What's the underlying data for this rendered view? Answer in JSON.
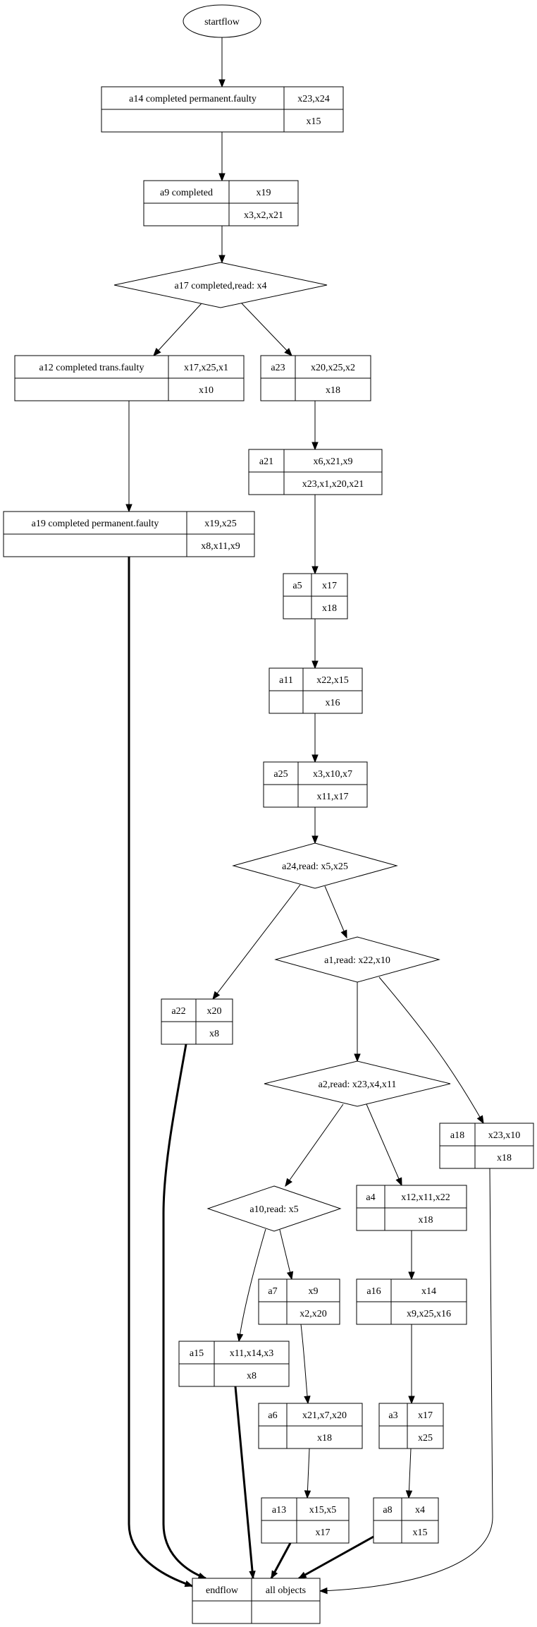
{
  "title": "Workflow graph",
  "nodes": {
    "startflow": {
      "type": "ellipse",
      "label": "startflow"
    },
    "a14": {
      "type": "record",
      "name": "a14 completed permanent.faulty",
      "top": "x23,x24",
      "bottom": "x15"
    },
    "a9": {
      "type": "record",
      "name": "a9 completed",
      "top": "x19",
      "bottom": "x3,x2,x21"
    },
    "a17": {
      "type": "diamond",
      "label": "a17 completed,read: x4"
    },
    "a12": {
      "type": "record",
      "name": "a12 completed trans.faulty",
      "top": "x17,x25,x1",
      "bottom": "x10"
    },
    "a23": {
      "type": "record",
      "name": "a23",
      "top": "x20,x25,x2",
      "bottom": "x18"
    },
    "a21": {
      "type": "record",
      "name": "a21",
      "top": "x6,x21,x9",
      "bottom": "x23,x1,x20,x21"
    },
    "a19": {
      "type": "record",
      "name": "a19 completed permanent.faulty",
      "top": "x19,x25",
      "bottom": "x8,x11,x9"
    },
    "a5": {
      "type": "record",
      "name": "a5",
      "top": "x17",
      "bottom": "x18"
    },
    "a11": {
      "type": "record",
      "name": "a11",
      "top": "x22,x15",
      "bottom": "x16"
    },
    "a25": {
      "type": "record",
      "name": "a25",
      "top": "x3,x10,x7",
      "bottom": "x11,x17"
    },
    "a24": {
      "type": "diamond",
      "label": "a24,read: x5,x25"
    },
    "a1": {
      "type": "diamond",
      "label": "a1,read: x22,x10"
    },
    "a22": {
      "type": "record",
      "name": "a22",
      "top": "x20",
      "bottom": "x8"
    },
    "a2": {
      "type": "diamond",
      "label": "a2,read: x23,x4,x11"
    },
    "a18": {
      "type": "record",
      "name": "a18",
      "top": "x23,x10",
      "bottom": "x18"
    },
    "a10": {
      "type": "diamond",
      "label": "a10,read: x5"
    },
    "a4": {
      "type": "record",
      "name": "a4",
      "top": "x12,x11,x22",
      "bottom": "x18"
    },
    "a7": {
      "type": "record",
      "name": "a7",
      "top": "x9",
      "bottom": "x2,x20"
    },
    "a16": {
      "type": "record",
      "name": "a16",
      "top": "x14",
      "bottom": "x9,x25,x16"
    },
    "a15": {
      "type": "record",
      "name": "a15",
      "top": "x11,x14,x3",
      "bottom": "x8"
    },
    "a6": {
      "type": "record",
      "name": "a6",
      "top": "x21,x7,x20",
      "bottom": "x18"
    },
    "a3": {
      "type": "record",
      "name": "a3",
      "top": "x17",
      "bottom": "x25"
    },
    "a13": {
      "type": "record",
      "name": "a13",
      "top": "x15,x5",
      "bottom": "x17"
    },
    "a8": {
      "type": "record",
      "name": "a8",
      "top": "x4",
      "bottom": "x15"
    },
    "endflow": {
      "type": "record",
      "name": "endflow",
      "top": "all objects",
      "bottom": ""
    }
  },
  "edges": [
    {
      "from": "startflow",
      "to": "a14",
      "bold": false
    },
    {
      "from": "a14",
      "to": "a9",
      "bold": false
    },
    {
      "from": "a9",
      "to": "a17",
      "bold": false
    },
    {
      "from": "a17",
      "to": "a12",
      "bold": false
    },
    {
      "from": "a17",
      "to": "a23",
      "bold": false
    },
    {
      "from": "a12",
      "to": "a19",
      "bold": false
    },
    {
      "from": "a23",
      "to": "a21",
      "bold": false
    },
    {
      "from": "a21",
      "to": "a5",
      "bold": false
    },
    {
      "from": "a5",
      "to": "a11",
      "bold": false
    },
    {
      "from": "a11",
      "to": "a25",
      "bold": false
    },
    {
      "from": "a25",
      "to": "a24",
      "bold": false
    },
    {
      "from": "a24",
      "to": "a22",
      "bold": false
    },
    {
      "from": "a24",
      "to": "a1",
      "bold": false
    },
    {
      "from": "a1",
      "to": "a2",
      "bold": false
    },
    {
      "from": "a1",
      "to": "a18",
      "bold": false
    },
    {
      "from": "a2",
      "to": "a10",
      "bold": false
    },
    {
      "from": "a2",
      "to": "a4",
      "bold": false
    },
    {
      "from": "a10",
      "to": "a15",
      "bold": false
    },
    {
      "from": "a10",
      "to": "a7",
      "bold": false
    },
    {
      "from": "a4",
      "to": "a16",
      "bold": false
    },
    {
      "from": "a7",
      "to": "a6",
      "bold": false
    },
    {
      "from": "a16",
      "to": "a3",
      "bold": false
    },
    {
      "from": "a6",
      "to": "a13",
      "bold": false
    },
    {
      "from": "a3",
      "to": "a8",
      "bold": false
    },
    {
      "from": "a19",
      "to": "endflow",
      "bold": true
    },
    {
      "from": "a22",
      "to": "endflow",
      "bold": true
    },
    {
      "from": "a15",
      "to": "endflow",
      "bold": true
    },
    {
      "from": "a13",
      "to": "endflow",
      "bold": true
    },
    {
      "from": "a8",
      "to": "endflow",
      "bold": true
    },
    {
      "from": "a18",
      "to": "endflow",
      "bold": false
    }
  ]
}
